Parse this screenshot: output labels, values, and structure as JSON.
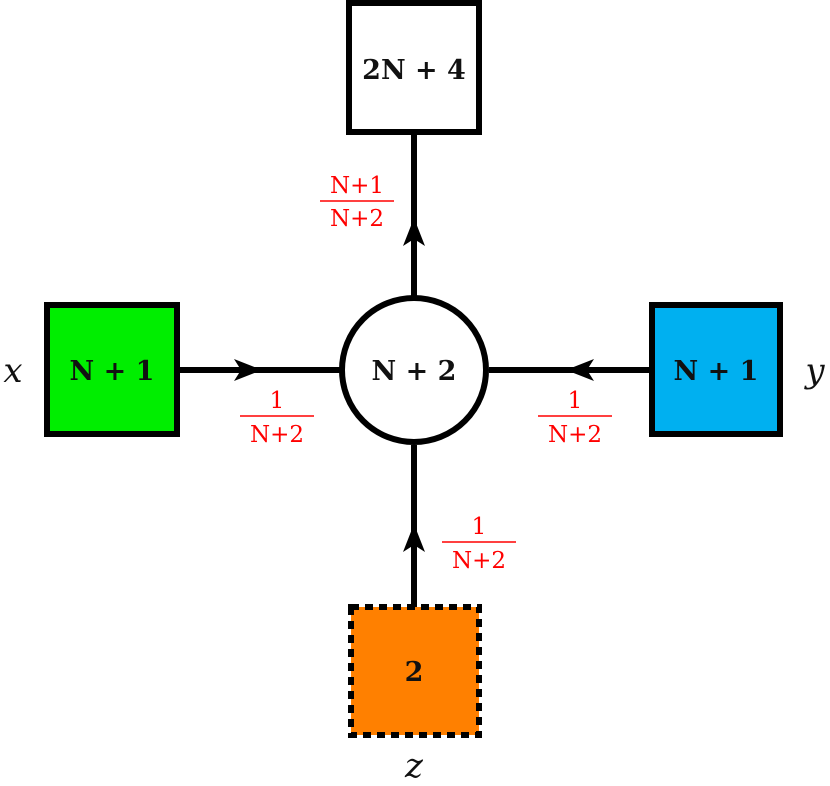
{
  "diagram": {
    "nodes": {
      "top": {
        "label": "2N + 4",
        "color": "#ffffff",
        "shape": "square",
        "border": "solid"
      },
      "center": {
        "label": "N + 2",
        "color": "#ffffff",
        "shape": "circle",
        "border": "solid"
      },
      "left": {
        "label": "N + 1",
        "color": "#00ee00",
        "shape": "square",
        "border": "solid"
      },
      "right": {
        "label": "N + 1",
        "color": "#00b0f0",
        "shape": "square",
        "border": "solid"
      },
      "bottom": {
        "label": "2",
        "color": "#ff8000",
        "shape": "square",
        "border": "dashed"
      }
    },
    "variables": {
      "left": "x",
      "right": "y",
      "bottom": "z"
    },
    "edge_labels": {
      "top": {
        "numerator": "N+1",
        "denominator": "N+2"
      },
      "left": {
        "numerator": "1",
        "denominator": "N+2"
      },
      "right": {
        "numerator": "1",
        "denominator": "N+2"
      },
      "bottom": {
        "numerator": "1",
        "denominator": "N+2"
      }
    },
    "edge_label_color": "#ff0000"
  }
}
